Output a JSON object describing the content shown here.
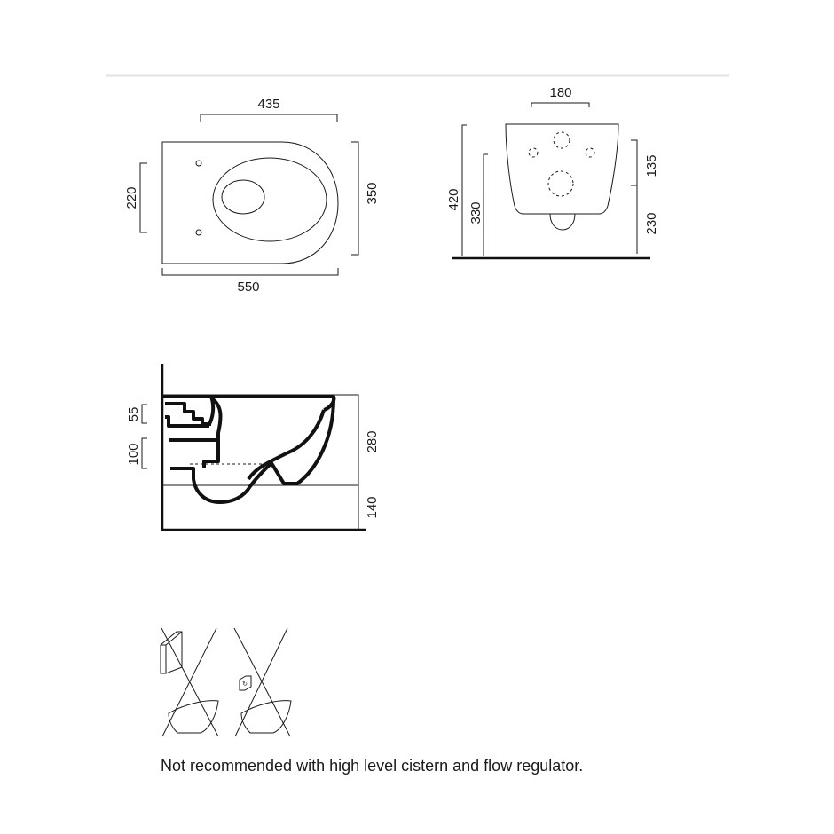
{
  "top_view": {
    "width_upper": "435",
    "width_lower": "550",
    "height_left": "220",
    "height_right": "350"
  },
  "front_view": {
    "width_top": "180",
    "height_total": "420",
    "height_inner": "330",
    "height_upper_right": "135",
    "height_lower_right": "230"
  },
  "side_view": {
    "dim_55": "55",
    "dim_100": "100",
    "dim_280": "280",
    "dim_140": "140"
  },
  "note": "Not recommended with high level cistern and flow regulator."
}
